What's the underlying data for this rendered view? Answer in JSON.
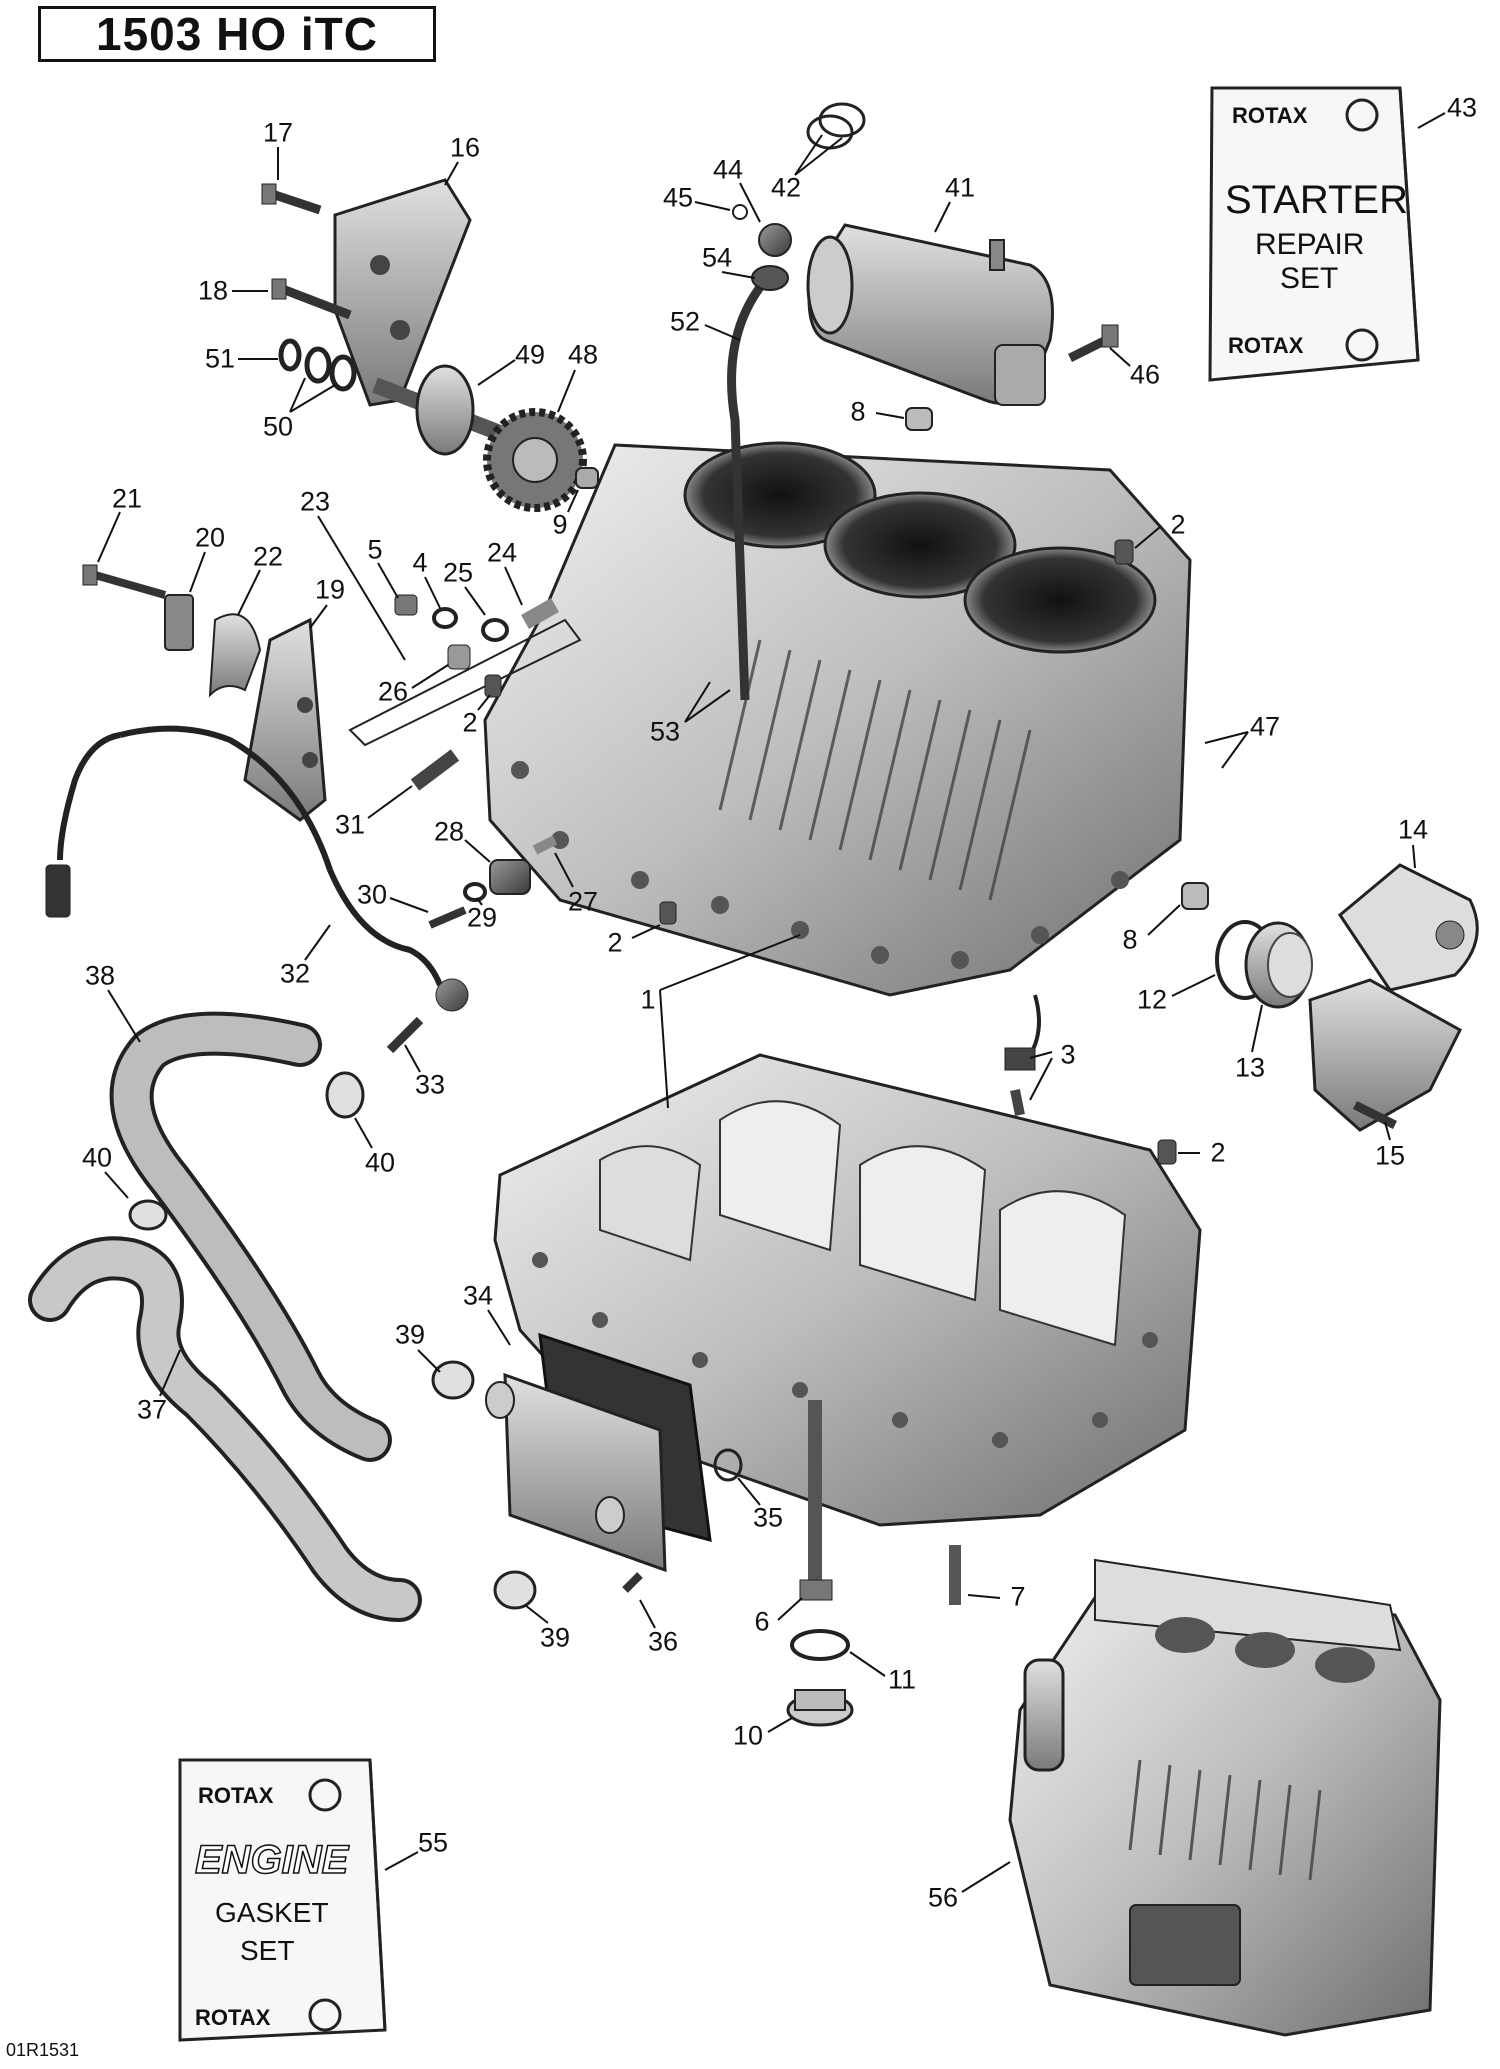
{
  "title": "1503 HO iTC",
  "diagram_code": "01R1531",
  "starter_kit": {
    "brand": "ROTAX",
    "line1": "STARTER",
    "line2": "REPAIR",
    "line3": "SET"
  },
  "gasket_kit": {
    "brand": "ROTAX",
    "line1": "ENGINE",
    "line2": "GASKET",
    "line3": "SET"
  },
  "callouts": [
    {
      "id": "1",
      "label": "1"
    },
    {
      "id": "2a",
      "label": "2"
    },
    {
      "id": "2b",
      "label": "2"
    },
    {
      "id": "2c",
      "label": "2"
    },
    {
      "id": "2d",
      "label": "2"
    },
    {
      "id": "3",
      "label": "3"
    },
    {
      "id": "4",
      "label": "4"
    },
    {
      "id": "5",
      "label": "5"
    },
    {
      "id": "6",
      "label": "6"
    },
    {
      "id": "7",
      "label": "7"
    },
    {
      "id": "8a",
      "label": "8"
    },
    {
      "id": "8b",
      "label": "8"
    },
    {
      "id": "9",
      "label": "9"
    },
    {
      "id": "10",
      "label": "10"
    },
    {
      "id": "11",
      "label": "11"
    },
    {
      "id": "12",
      "label": "12"
    },
    {
      "id": "13",
      "label": "13"
    },
    {
      "id": "14",
      "label": "14"
    },
    {
      "id": "15",
      "label": "15"
    },
    {
      "id": "16",
      "label": "16"
    },
    {
      "id": "17",
      "label": "17"
    },
    {
      "id": "18",
      "label": "18"
    },
    {
      "id": "19",
      "label": "19"
    },
    {
      "id": "20",
      "label": "20"
    },
    {
      "id": "21",
      "label": "21"
    },
    {
      "id": "22",
      "label": "22"
    },
    {
      "id": "23",
      "label": "23"
    },
    {
      "id": "24",
      "label": "24"
    },
    {
      "id": "25",
      "label": "25"
    },
    {
      "id": "26",
      "label": "26"
    },
    {
      "id": "27",
      "label": "27"
    },
    {
      "id": "28",
      "label": "28"
    },
    {
      "id": "29",
      "label": "29"
    },
    {
      "id": "30",
      "label": "30"
    },
    {
      "id": "31",
      "label": "31"
    },
    {
      "id": "32",
      "label": "32"
    },
    {
      "id": "33",
      "label": "33"
    },
    {
      "id": "34",
      "label": "34"
    },
    {
      "id": "35",
      "label": "35"
    },
    {
      "id": "36",
      "label": "36"
    },
    {
      "id": "37",
      "label": "37"
    },
    {
      "id": "38",
      "label": "38"
    },
    {
      "id": "39a",
      "label": "39"
    },
    {
      "id": "39b",
      "label": "39"
    },
    {
      "id": "40a",
      "label": "40"
    },
    {
      "id": "40b",
      "label": "40"
    },
    {
      "id": "41",
      "label": "41"
    },
    {
      "id": "42",
      "label": "42"
    },
    {
      "id": "43",
      "label": "43"
    },
    {
      "id": "44",
      "label": "44"
    },
    {
      "id": "45",
      "label": "45"
    },
    {
      "id": "46",
      "label": "46"
    },
    {
      "id": "47",
      "label": "47"
    },
    {
      "id": "48",
      "label": "48"
    },
    {
      "id": "49",
      "label": "49"
    },
    {
      "id": "50",
      "label": "50"
    },
    {
      "id": "51",
      "label": "51"
    },
    {
      "id": "52",
      "label": "52"
    },
    {
      "id": "53",
      "label": "53"
    },
    {
      "id": "54",
      "label": "54"
    },
    {
      "id": "55",
      "label": "55"
    },
    {
      "id": "56",
      "label": "56"
    }
  ]
}
